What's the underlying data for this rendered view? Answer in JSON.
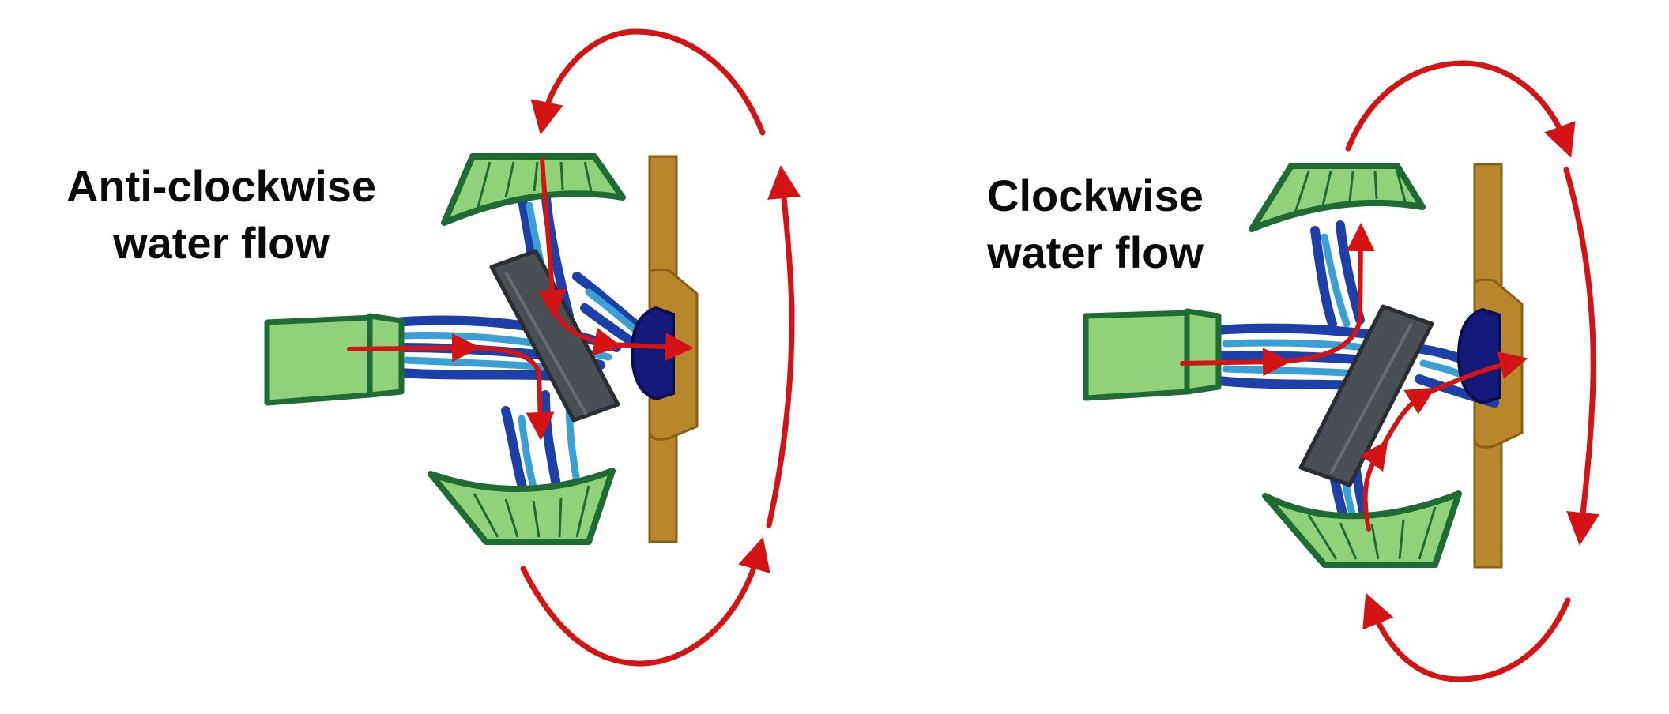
{
  "panels": {
    "left": {
      "line1": "Anti-clockwise",
      "line2": "water flow"
    },
    "right": {
      "line1": "Clockwise",
      "line2": "water flow"
    }
  },
  "colors": {
    "arrow": "#d41414",
    "cone_fill": "#8fd27a",
    "cone_edge": "#1f6b34",
    "water_dark": "#1d3fa8",
    "water_light": "#3a9fd3",
    "flap": "#4a4f55",
    "stem": "#b8862b",
    "cup": "#141a7a"
  }
}
